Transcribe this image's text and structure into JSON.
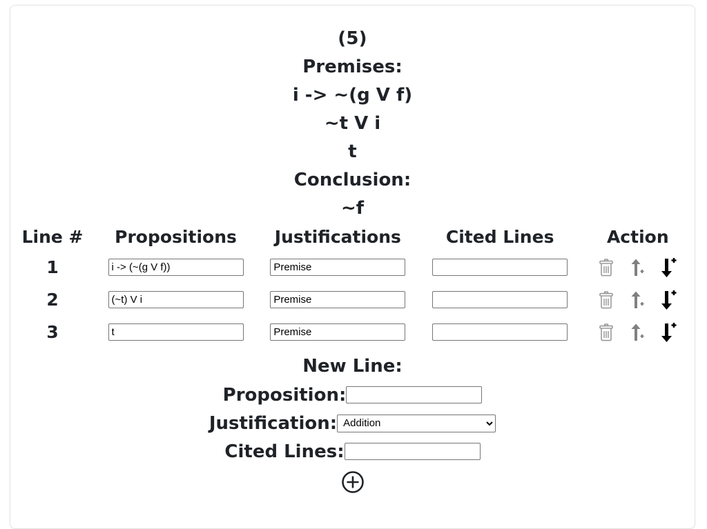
{
  "card": {
    "problem_number": "(5)",
    "premises_label": "Premises:",
    "premises": [
      "i -> ~(g V f)",
      "~t V i",
      "t"
    ],
    "conclusion_label": "Conclusion:",
    "conclusion": "~f"
  },
  "table": {
    "headers": {
      "line": "Line #",
      "propositions": "Propositions",
      "justifications": "Justifications",
      "cited_lines": "Cited Lines",
      "action": "Action"
    },
    "rows": [
      {
        "line": "1",
        "proposition": "i -> (~(g V f))",
        "justification": "Premise",
        "cited_lines": ""
      },
      {
        "line": "2",
        "proposition": "(~t) V i",
        "justification": "Premise",
        "cited_lines": ""
      },
      {
        "line": "3",
        "proposition": "t",
        "justification": "Premise",
        "cited_lines": ""
      }
    ],
    "action_icons": {
      "delete": "trash-icon",
      "insert_above": "arrow-up-plus-icon",
      "insert_below": "arrow-down-plus-icon"
    }
  },
  "new_line": {
    "title": "New Line:",
    "proposition_label": "Proposition:",
    "proposition_value": "",
    "justification_label": "Justification:",
    "justification_value": "Addition",
    "justification_options": [
      "Addition"
    ],
    "cited_lines_label": "Cited Lines:",
    "cited_lines_value": "",
    "add_icon": "circle-plus-icon"
  },
  "colors": {
    "text": "#1f2328",
    "icon_gray": "#808080",
    "icon_gray_light": "#9a9a9a",
    "icon_black": "#000000",
    "input_border": "#767676",
    "card_border": "#e3e3e3"
  }
}
